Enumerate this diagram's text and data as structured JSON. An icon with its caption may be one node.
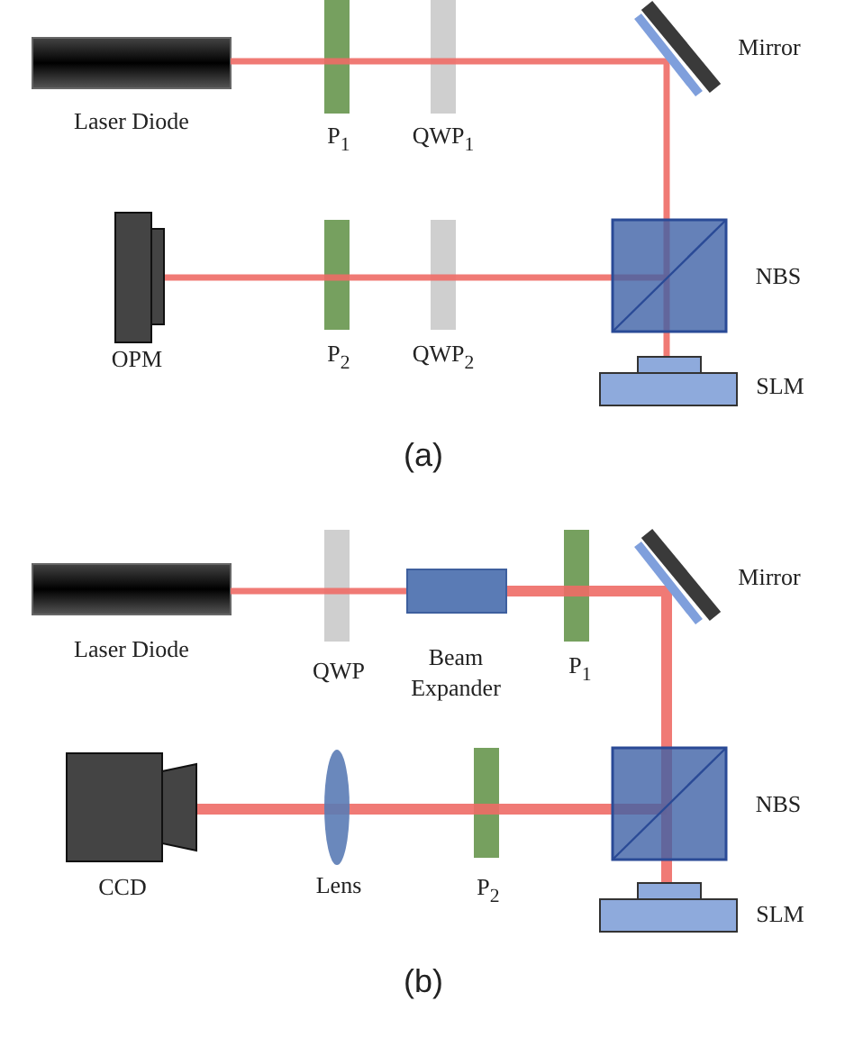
{
  "diagram": {
    "labels": [
      "Laser Diode",
      "P$_{1}$",
      "QWP$_{1}$",
      "Mirror",
      "OPM",
      "P$_{2}$",
      "QWP$_{2}$",
      "NBS",
      "SLM",
      "(a)",
      "Laser Diode",
      "QWP",
      "Beam Expander",
      "P$_{1}$",
      "Mirror",
      "CCD",
      "Lens",
      "P$_{2}$",
      "NBS",
      "SLM",
      "(b)"
    ]
  }
}
